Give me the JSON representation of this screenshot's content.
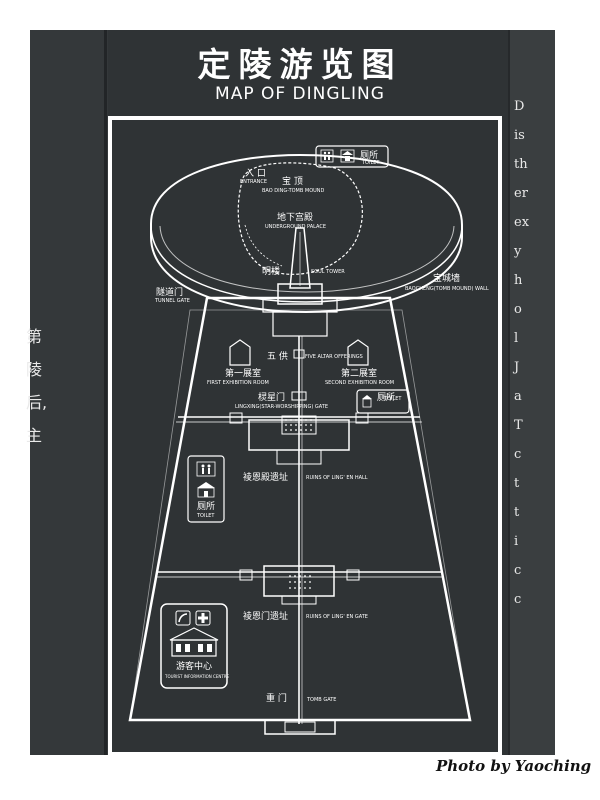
{
  "title": {
    "cn": "定陵游览图",
    "en": "MAP OF DINGLING"
  },
  "credit": "Photo by Yaoching",
  "labels": {
    "entrance": {
      "cn": "入 口",
      "en": "ENTRANCE"
    },
    "baoding": {
      "cn": "宝 顶",
      "en": "BAO DING-TOMB MOUND"
    },
    "underground": {
      "cn": "地下宫殿",
      "en": "UNDERGROUND PALACE"
    },
    "mingtower": {
      "cn": "明楼",
      "en": "SOUL TOWER"
    },
    "baocheng": {
      "cn": "宝城墙",
      "en": "BAOCHENG(TOMB MOUND) WALL"
    },
    "tunnel": {
      "cn": "隧道门",
      "en": "TUNNEL GATE"
    },
    "wugong": {
      "cn": "五 供",
      "en": "FIVE ALTAR OFFERINGS"
    },
    "exhibit1": {
      "cn": "第一展室",
      "en": "FIRST EXHIBITION ROOM"
    },
    "exhibit2": {
      "cn": "第二展室",
      "en": "SECOND EXHIBITION ROOM"
    },
    "lingxing": {
      "cn": "棂星门",
      "en": "LINGXING(STAR-WORSHIPPING) GATE"
    },
    "lingenhall": {
      "cn": "祾恩殿遗址",
      "en": "RUINS OF LING' EN HALL"
    },
    "lingengate": {
      "cn": "祾恩门遗址",
      "en": "RUINS OF LING' EN GATE"
    },
    "tombgate": {
      "cn": "重 门",
      "en": "TOMB GATE"
    },
    "visitor": {
      "cn": "游客中心",
      "en": "TOURIST INFORMATION CENTRE"
    },
    "toilet_top": {
      "cn": "厕所",
      "en": "TOILET"
    },
    "toilet_mid": {
      "cn": "厕所",
      "en": "TOILET"
    },
    "toilet_left": {
      "cn": "厕所",
      "en": "TOILET"
    }
  },
  "right_edge_letters": [
    "D",
    "is",
    "th",
    "er",
    "ex",
    "y",
    "h",
    "o",
    "l",
    "J",
    "a",
    "T",
    "c",
    "t",
    "t",
    "i",
    "c",
    "c"
  ],
  "left_edge_chars": [
    "第",
    "陵",
    "后,",
    "主"
  ],
  "colors": {
    "board": "#2f3335",
    "line": "#ffffff",
    "frame": "#ffffff"
  },
  "icons": [
    "toilet-icon",
    "telephone-icon",
    "first-aid-icon",
    "building-icon"
  ]
}
